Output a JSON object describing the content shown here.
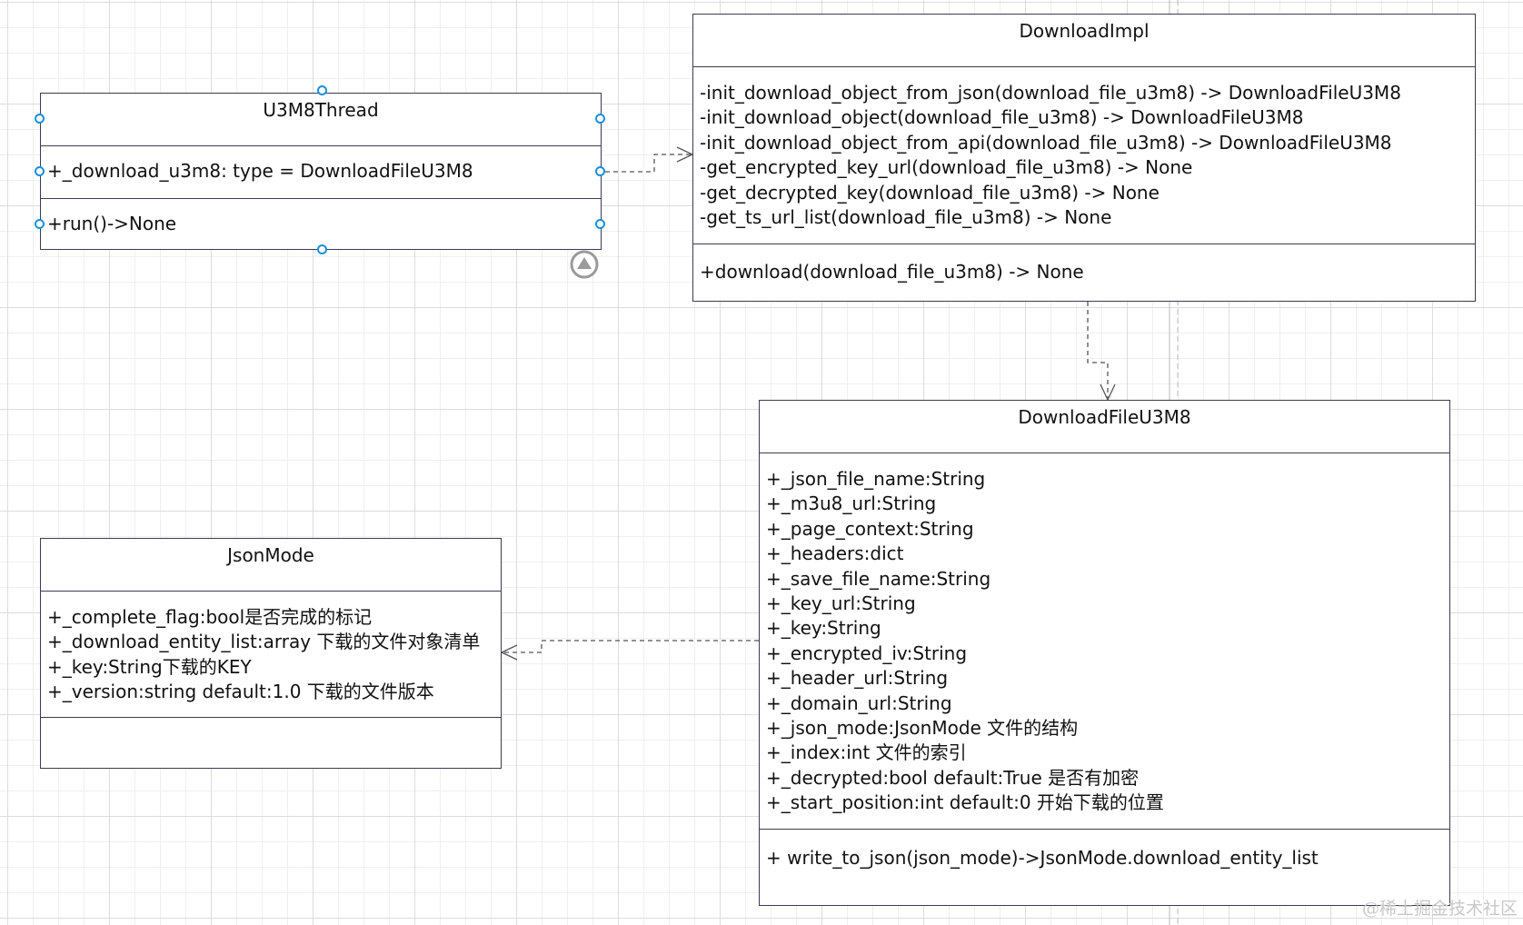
{
  "classes": {
    "u3m8thread": {
      "name": "U3M8Thread",
      "attributes": [
        "+_download_u3m8: type = DownloadFileU3M8"
      ],
      "methods": [
        "+run()->None"
      ]
    },
    "downloadimpl": {
      "name": "DownloadImpl",
      "attributes": [
        "-init_download_object_from_json(download_file_u3m8) -> DownloadFileU3M8",
        "-init_download_object(download_file_u3m8) -> DownloadFileU3M8",
        "-init_download_object_from_api(download_file_u3m8) -> DownloadFileU3M8",
        "-get_encrypted_key_url(download_file_u3m8) -> None",
        "-get_decrypted_key(download_file_u3m8) -> None",
        "-get_ts_url_list(download_file_u3m8) -> None"
      ],
      "methods": [
        "+download(download_file_u3m8) -> None"
      ]
    },
    "downloadfileu3m8": {
      "name": "DownloadFileU3M8",
      "attributes": [
        "+_json_file_name:String",
        "+_m3u8_url:String",
        "+_page_context:String",
        "+_headers:dict",
        "+_save_file_name:String",
        "+_key_url:String",
        "+_key:String",
        "+_encrypted_iv:String",
        "+_header_url:String",
        "+_domain_url:String",
        "+_json_mode:JsonMode 文件的结构",
        "+_index:int 文件的索引",
        "+_decrypted:bool default:True  是否有加密",
        "+_start_position:int default:0 开始下载的位置"
      ],
      "methods": [
        "+ write_to_json(json_mode)->JsonMode.download_entity_list"
      ]
    },
    "jsonmode": {
      "name": "JsonMode",
      "attributes": [
        "+_complete_flag:bool是否完成的标记",
        "+_download_entity_list:array 下载的文件对象清单",
        "+_key:String下载的KEY",
        "+_version:string default:1.0 下载的文件版本"
      ],
      "methods": []
    }
  },
  "watermark": "@稀土掘金技术社区",
  "colors": {
    "border": "#3b3b55",
    "handle": "#1a8fd8",
    "connector": "#555555"
  }
}
